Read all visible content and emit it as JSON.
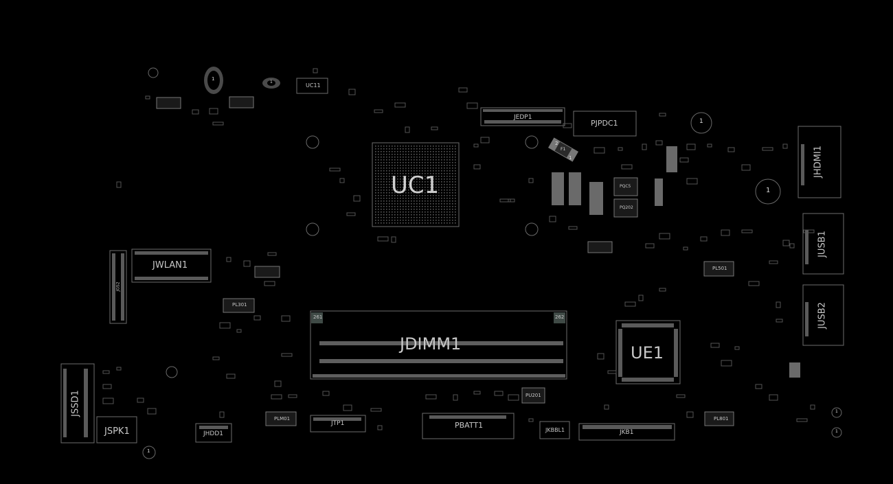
{
  "view": {
    "background": "#000000",
    "outline_color": "#7a7a7a",
    "pad_color": "#5a5a5a"
  },
  "components": {
    "uc1": "UC1",
    "jdimm1": "JDIMM1",
    "ue1": "UE1",
    "jwlan1": "JWLAN1",
    "jssd1": "JSSD1",
    "jspk1": "JSPK1",
    "jhdd1": "JHDD1",
    "jtp1": "JTP1",
    "pbatt1": "PBATT1",
    "jkb1": "JKB1",
    "jkbbl1": "JKBBL1",
    "jedp1": "JEDP1",
    "pjpdc1": "PJPDC1",
    "jhdmi1": "JHDMI1",
    "jusb1": "JUSB1",
    "jusb2": "JUSB2",
    "uc11": "UC11",
    "pl301": "PL301",
    "pl501": "PL501",
    "pl801": "PL801",
    "plm01": "PLM01",
    "pu201": "PU201",
    "f1": "F1",
    "pin_261": "261",
    "pin_262": "262",
    "hole_1": "1",
    "f1_pin2": "2",
    "f1_pin1": "1",
    "pqc5": "PQC5",
    "pq202": "PQ202",
    "jgs2": "JGS2"
  }
}
